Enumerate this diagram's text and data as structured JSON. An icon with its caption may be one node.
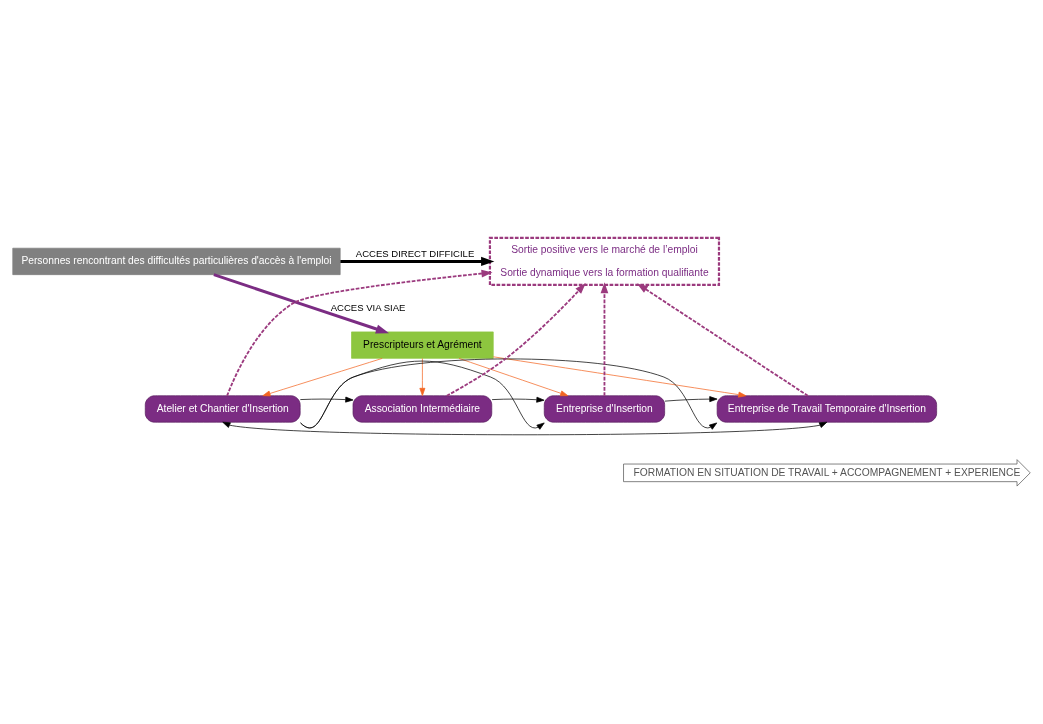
{
  "diagram": {
    "nodes": [
      {
        "text": [
          "Personnes rencontrant des difficultés particulières d'accès à l'emploi"
        ]
      },
      {
        "text": [
          "Sortie positive vers le marché de l’emploi",
          "Sortie dynamique vers la formation qualifiante"
        ]
      },
      {
        "text": [
          "Prescripteurs et Agrément"
        ]
      },
      {
        "text": [
          "Atelier et Chantier d'Insertion"
        ]
      },
      {
        "text": [
          "Association Intermédiaire"
        ]
      },
      {
        "text": [
          "Entreprise d'Insertion"
        ]
      },
      {
        "text": [
          "Entreprise de Travail Temporaire d'Insertion"
        ]
      },
      {
        "text": [
          "FORMATION EN SITUATION DE TRAVAIL + ACCOMPAGNEMENT + EXPERIENCE"
        ]
      }
    ],
    "edges": [
      {
        "from": 0,
        "to": 1,
        "arrow": "to",
        "label": "ACCES DIRECT DIFFICILE",
        "style": "thick"
      },
      {
        "from": 0,
        "to": 2,
        "arrow": "to",
        "label": "ACCES VIA SIAE",
        "style": "thick",
        "color": "#7b2c83"
      },
      {
        "from": 2,
        "to": 3,
        "arrow": "to",
        "color": "#f26522"
      },
      {
        "from": 2,
        "to": 4,
        "arrow": "to",
        "color": "#f26522"
      },
      {
        "from": 2,
        "to": 5,
        "arrow": "to",
        "color": "#f26522"
      },
      {
        "from": 2,
        "to": 6,
        "arrow": "to",
        "color": "#f26522"
      },
      {
        "from": 3,
        "to": 1,
        "arrow": "to",
        "style": "dashed",
        "color": "#9b3a7e"
      },
      {
        "from": 4,
        "to": 1,
        "arrow": "to",
        "style": "dashed",
        "color": "#9b3a7e"
      },
      {
        "from": 5,
        "to": 1,
        "arrow": "to",
        "style": "dashed",
        "color": "#9b3a7e"
      },
      {
        "from": 6,
        "to": 1,
        "arrow": "to",
        "style": "dashed",
        "color": "#9b3a7e"
      },
      {
        "from": 4,
        "to": 5,
        "arrow": "to"
      },
      {
        "from": 5,
        "to": 6,
        "arrow": "to"
      },
      {
        "from": 3,
        "to": 4,
        "arrow": "to"
      },
      {
        "from": 3,
        "to": 5,
        "arrow": "to"
      },
      {
        "from": 3,
        "to": 6,
        "arrow": "to"
      },
      {
        "from": 3,
        "to": 6,
        "arrow": "both"
      }
    ]
  }
}
